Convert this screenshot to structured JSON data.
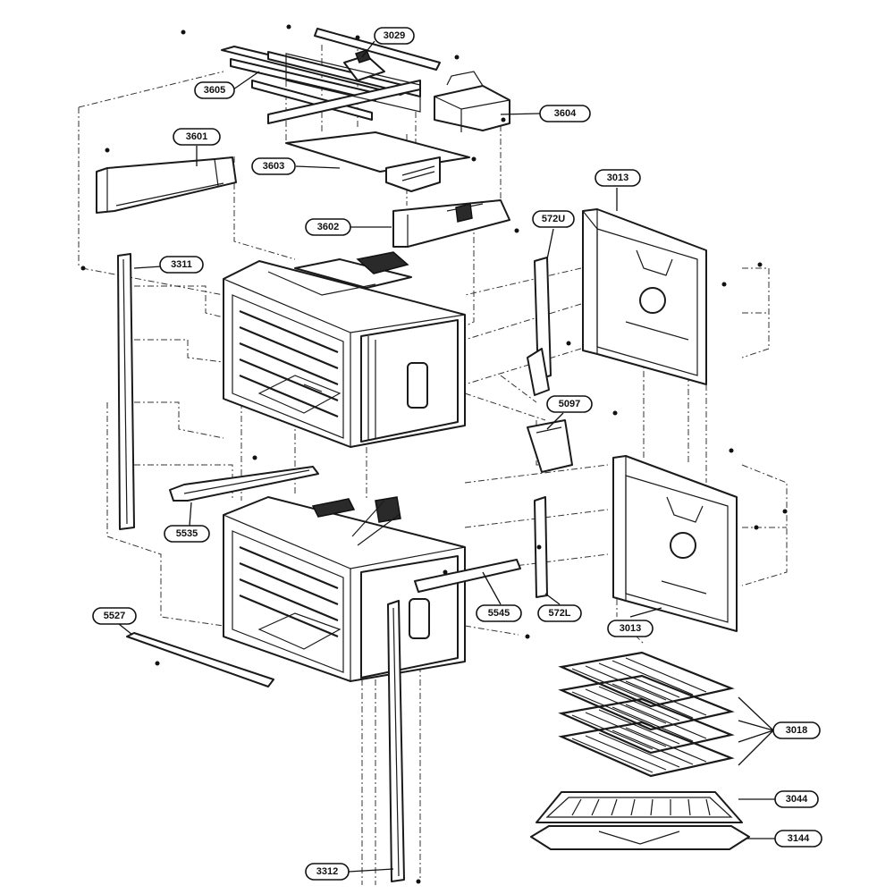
{
  "callouts": [
    {
      "id": "c3029",
      "label": "3029"
    },
    {
      "id": "c3605",
      "label": "3605"
    },
    {
      "id": "c3604",
      "label": "3604"
    },
    {
      "id": "c3601",
      "label": "3601"
    },
    {
      "id": "c3603",
      "label": "3603"
    },
    {
      "id": "c3013a",
      "label": "3013"
    },
    {
      "id": "c3602",
      "label": "3602"
    },
    {
      "id": "c572U",
      "label": "572U"
    },
    {
      "id": "c3311",
      "label": "3311"
    },
    {
      "id": "c5097",
      "label": "5097"
    },
    {
      "id": "c5535",
      "label": "5535"
    },
    {
      "id": "c5527",
      "label": "5527"
    },
    {
      "id": "c5545",
      "label": "5545"
    },
    {
      "id": "c572L",
      "label": "572L"
    },
    {
      "id": "c3013b",
      "label": "3013"
    },
    {
      "id": "c3018",
      "label": "3018"
    },
    {
      "id": "c3044",
      "label": "3044"
    },
    {
      "id": "c3144",
      "label": "3144"
    },
    {
      "id": "c3312",
      "label": "3312"
    }
  ]
}
